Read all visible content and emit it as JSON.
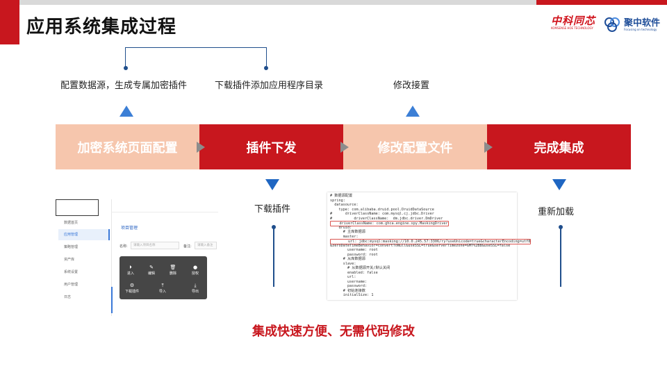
{
  "slide": {
    "title": "应用系统集成过程"
  },
  "logos": {
    "left": {
      "cn": "中科同芯",
      "en": "KOMSENSE HOE TECHNOLOGY"
    },
    "right": {
      "cn": "聚中软件",
      "en": "Focusing on technology"
    }
  },
  "notes": {
    "configure_source": "配置数据源，生成专属加密插件",
    "download_add": "下载插件添加应用程序目录",
    "modify_config": "修改接置",
    "download_plugin": "下载插件",
    "reload": "重新加载"
  },
  "flow": {
    "steps": [
      {
        "label": "加密系统页面配置",
        "style": "light"
      },
      {
        "label": "插件下发",
        "style": "dark"
      },
      {
        "label": "修改配置文件",
        "style": "light"
      },
      {
        "label": "完成集成",
        "style": "dark"
      }
    ]
  },
  "screenshot": {
    "sidebar": [
      "数据首页",
      "应用管理",
      "策略管理",
      "资产库",
      "系统设置",
      "用户管理",
      "日志"
    ],
    "page_title": "项目管理",
    "form": {
      "name_label": "名称:",
      "name_placeholder": "请输入项目名称",
      "remark_label": "备注:",
      "remark_placeholder": "请输入备注"
    },
    "menu": [
      {
        "label": "进入",
        "icon": "enter-icon"
      },
      {
        "label": "编辑",
        "icon": "edit-icon"
      },
      {
        "label": "删除",
        "icon": "delete-icon"
      },
      {
        "label": "授权",
        "icon": "user-icon"
      },
      {
        "label": "下载插件",
        "icon": "plugin-icon"
      },
      {
        "label": "导入",
        "icon": "import-icon"
      },
      {
        "label": "导出",
        "icon": "export-icon"
      }
    ]
  },
  "code": {
    "lines": [
      "# 数据源配置",
      "spring:",
      "  datasource:",
      "    type: com.alibaba.druid.pool.DruidDataSource",
      "#      driverClassName: com.mysql.cj.jdbc.Driver",
      "#          driverClassName:  dm.jdbc.driver.DmDriver",
      "    driverClassName: com.ghca.engine.spy.MaskingDriver",
      "    druid:",
      "      # 主库数据源",
      "      master:",
      "        url: jdbc:mysql:masking://10.0.245.57:3306/ry?useUnicode=true&characterEncoding=utf8",
      "&zeroDateTimeBehavior=convertToNull&useSSL=true&serverTimezone=GMT%2B8&useSSL=false",
      "        username: root",
      "        password: root",
      "      # 从库数据源",
      "      slave:",
      "        # 从数据源开关/默认关闭",
      "        enabled: false",
      "        url:",
      "        username:",
      "        password:",
      "      # 初始连接数",
      "      initialSize: 1"
    ]
  },
  "tagline": "集成快速方便、无需代码修改",
  "colors": {
    "brand_red": "#c8171e",
    "light_step": "#f6c6ad",
    "arrow_blue": "#1f66c2",
    "line_blue": "#1f4e8c"
  }
}
